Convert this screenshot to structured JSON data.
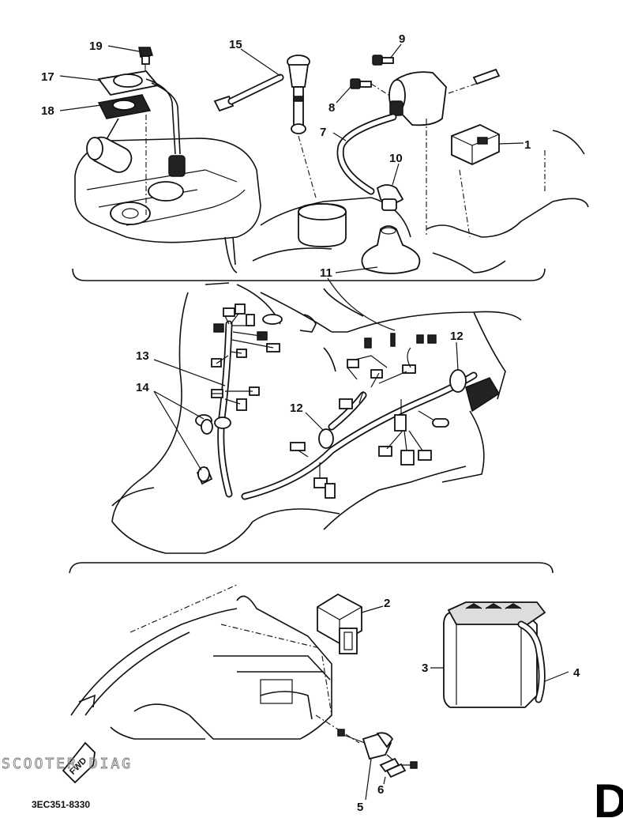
{
  "diagram": {
    "labels": {
      "p19": "19",
      "p17": "17",
      "p18": "18",
      "p15": "15",
      "p9": "9",
      "p8": "8",
      "p7": "7",
      "p10": "10",
      "p11": "11",
      "p1": "1",
      "p13": "13",
      "p14": "14",
      "p12a": "12",
      "p12b": "12",
      "p2": "2",
      "p3": "3",
      "p4": "4",
      "p5": "5",
      "p6": "6"
    },
    "fwd_arrow": "FWD",
    "part_code": "3EC351-8330",
    "watermark": "SCOOTER DIAG",
    "section_letter": "D"
  }
}
